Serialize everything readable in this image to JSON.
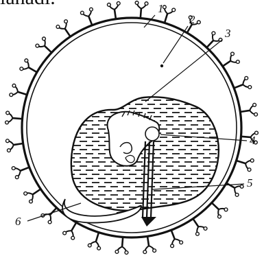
{
  "header_fragment": "lanadi.",
  "labels": [
    "1",
    "2",
    "3",
    "4",
    "5",
    "6"
  ],
  "colors": {
    "ink": "#111111",
    "paper": "#ffffff"
  }
}
